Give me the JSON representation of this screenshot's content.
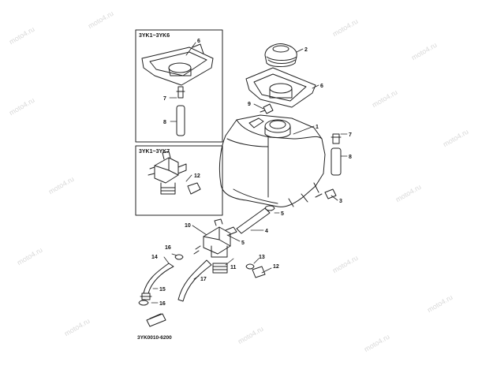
{
  "watermark": "moto4.ru",
  "insets": {
    "top_label": "3YK1~3YK6",
    "bottom_label": "3YK1~3YK7"
  },
  "callouts": {
    "c1": "1",
    "c2": "2",
    "c3": "3",
    "c4": "4",
    "c5a": "5",
    "c5b": "5",
    "c6a": "6",
    "c6b": "6",
    "c7a": "7",
    "c7b": "7",
    "c8a": "8",
    "c8b": "8",
    "c9": "9",
    "c10": "10",
    "c11": "11",
    "c12a": "12",
    "c12b": "12",
    "c13": "13",
    "c14": "14",
    "c15": "15",
    "c16a": "16",
    "c16b": "16",
    "c17": "17"
  },
  "diagram_code": "3YK0010-6200",
  "colors": {
    "line": "#222222",
    "watermark": "#d9d9d9",
    "background": "#ffffff"
  }
}
